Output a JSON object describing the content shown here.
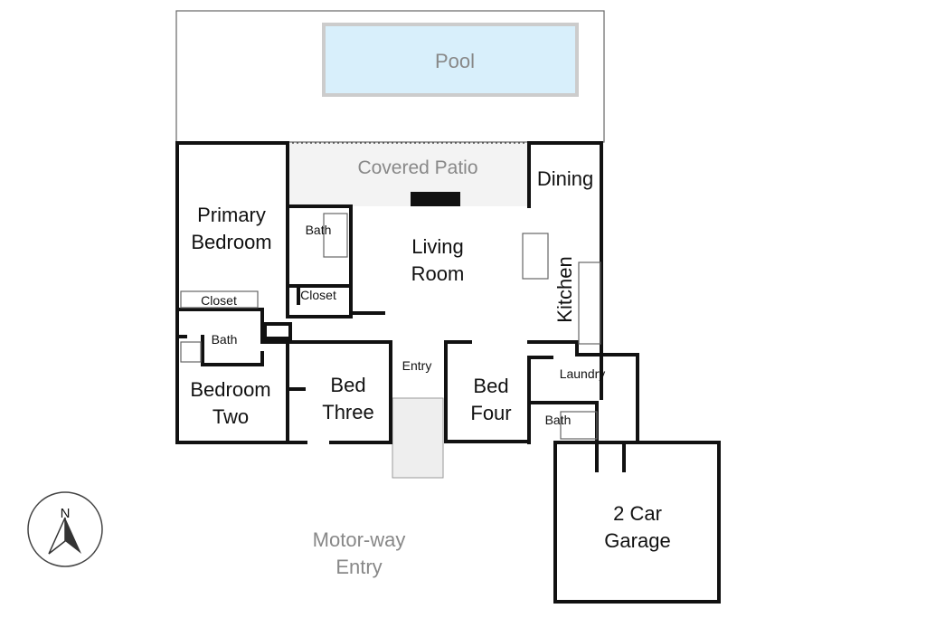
{
  "labels": {
    "pool": "Pool",
    "covered_patio": "Covered Patio",
    "dining": "Dining",
    "primary_bedroom_1": "Primary",
    "primary_bedroom_2": "Bedroom",
    "primary_bath": "Bath",
    "living_room_1": "Living",
    "living_room_2": "Room",
    "kitchen": "Kitchen",
    "closet_primary": "Closet",
    "closet_hall": "Closet",
    "bath_two": "Bath",
    "bedroom_two_1": "Bedroom",
    "bedroom_two_2": "Two",
    "bed_three_1": "Bed",
    "bed_three_2": "Three",
    "entry": "Entry",
    "bed_four_1": "Bed",
    "bed_four_2": "Four",
    "laundry": "Laundry",
    "bath_three": "Bath",
    "garage_1": "2 Car",
    "garage_2": "Garage",
    "motorway_1": "Motor-way",
    "motorway_2": "Entry",
    "compass_north": "N"
  },
  "colors": {
    "pool": "#d8effb",
    "walls": "#111111",
    "outdoor_text": "#888888"
  }
}
